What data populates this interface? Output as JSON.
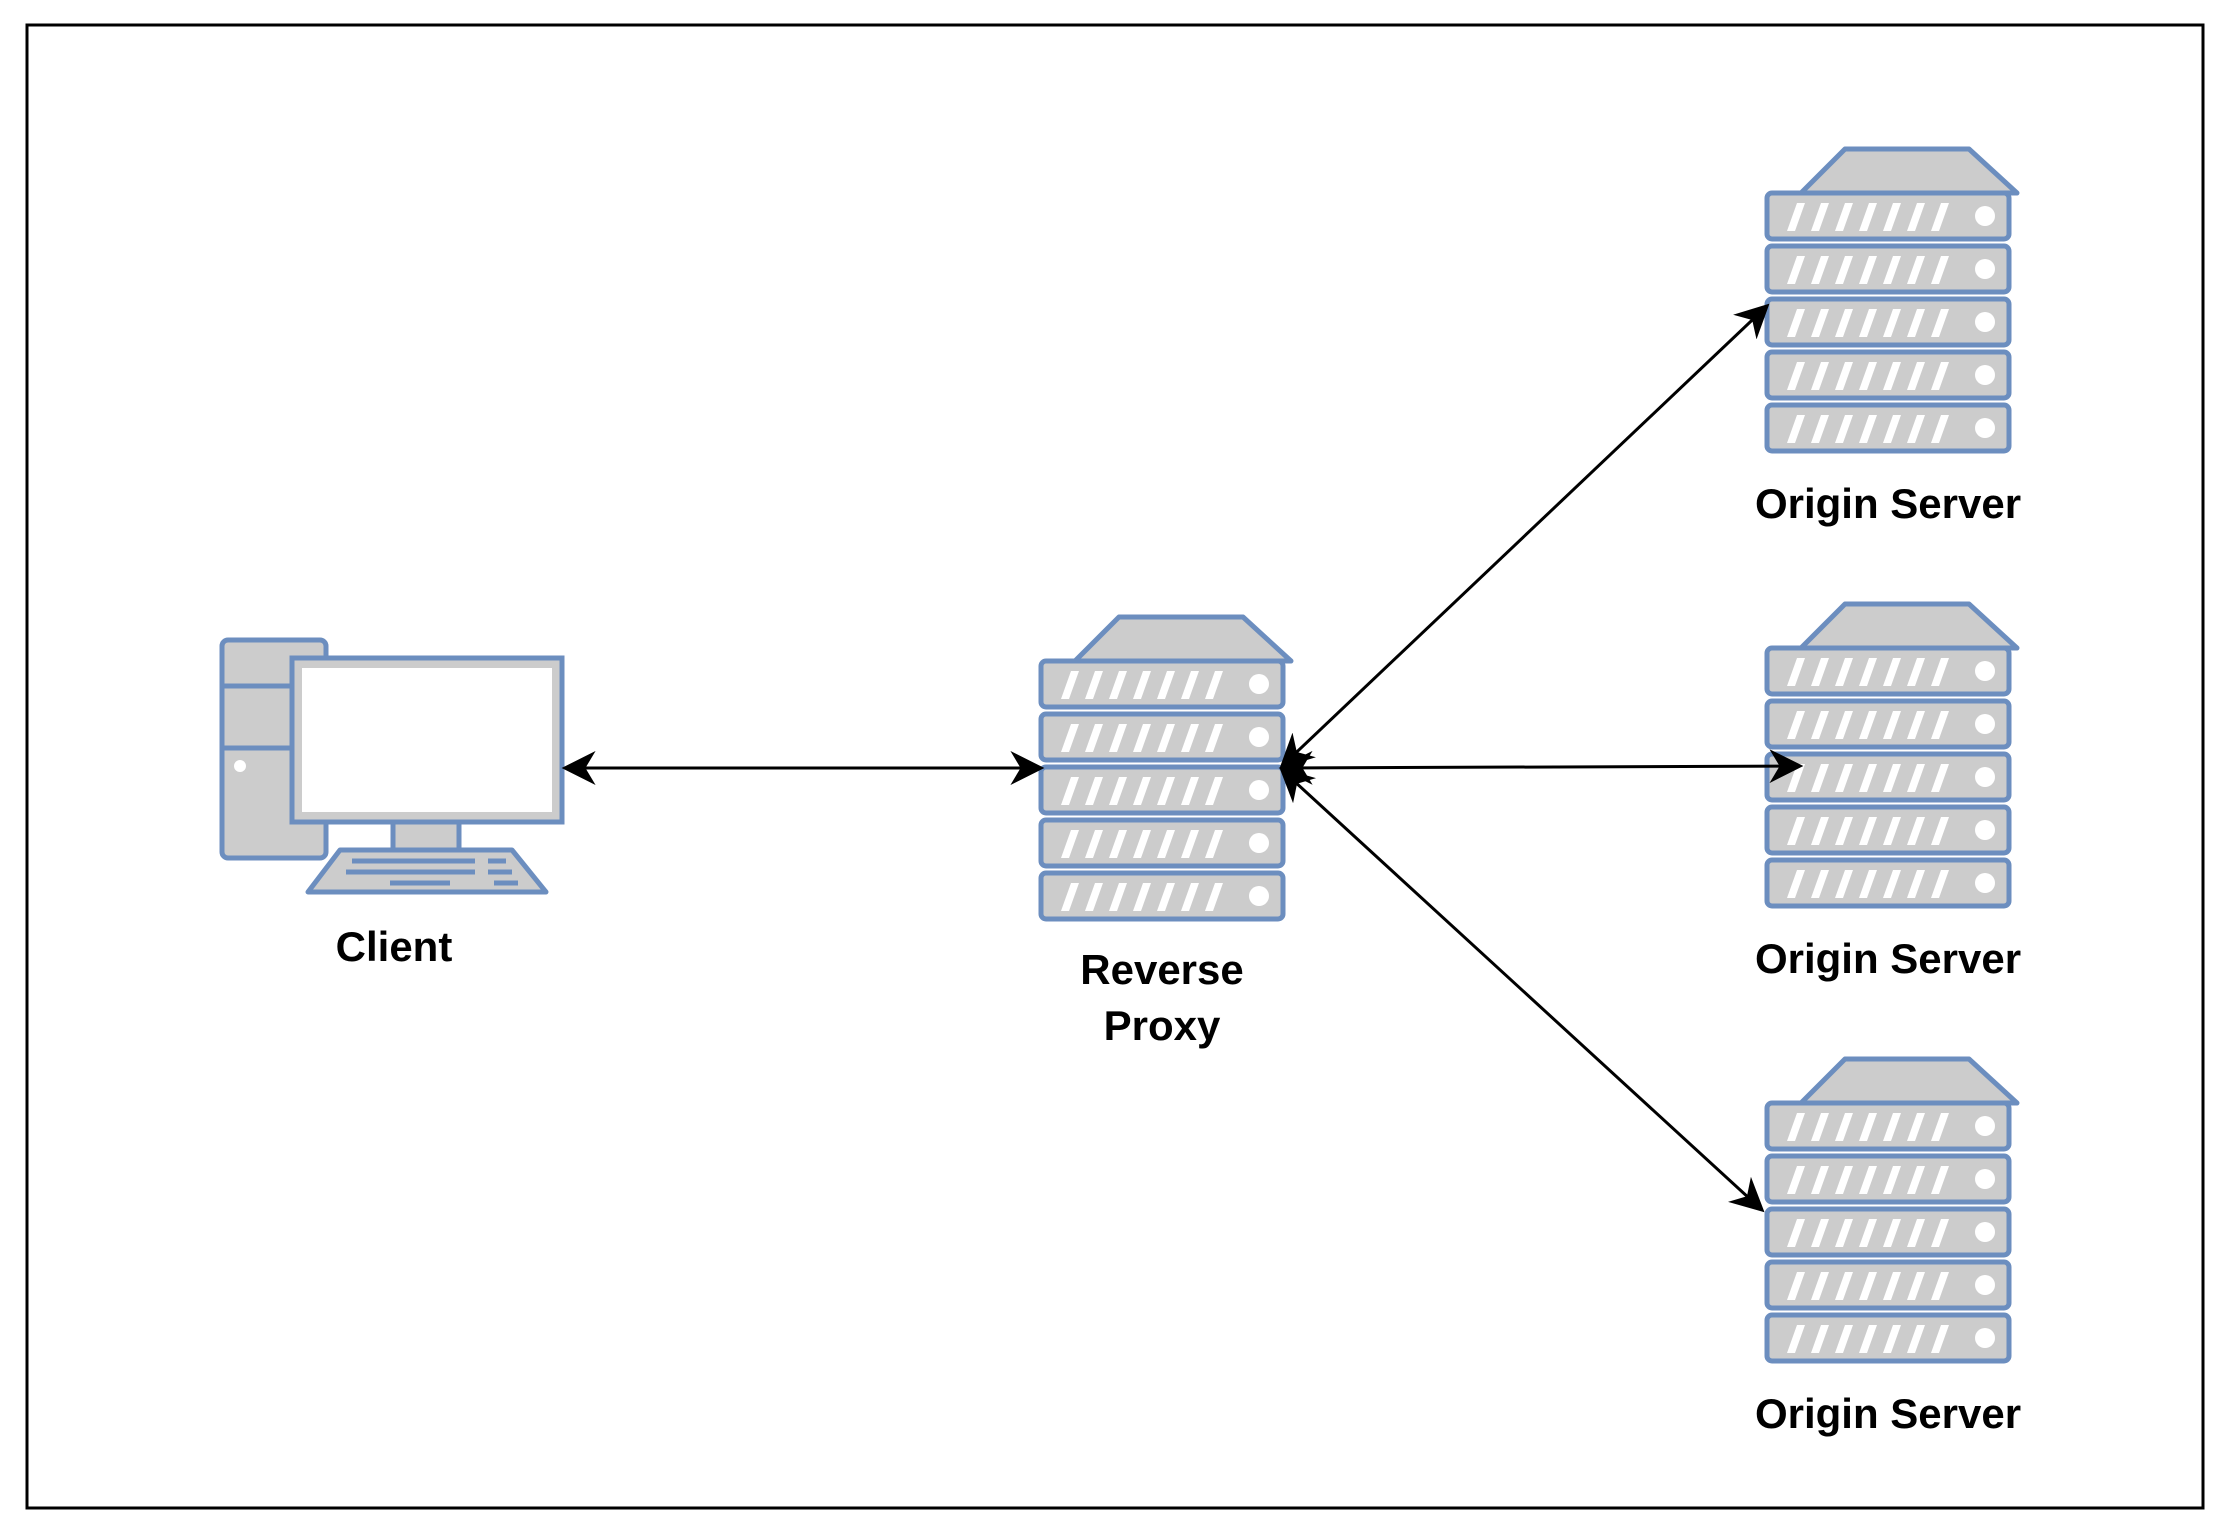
{
  "labels": {
    "client": "Client",
    "proxy_line1": "Reverse",
    "proxy_line2": "Proxy",
    "origin_1": "Origin Server",
    "origin_2": "Origin Server",
    "origin_3": "Origin Server"
  },
  "colors": {
    "stroke": "#6c8ebf",
    "fill": "#cccccc",
    "screen": "#ffffff",
    "arrow": "#000000",
    "frame": "#000000"
  },
  "icons": {
    "client": "desktop-computer-icon",
    "proxy": "server-rack-icon",
    "origin": "server-rack-icon"
  }
}
